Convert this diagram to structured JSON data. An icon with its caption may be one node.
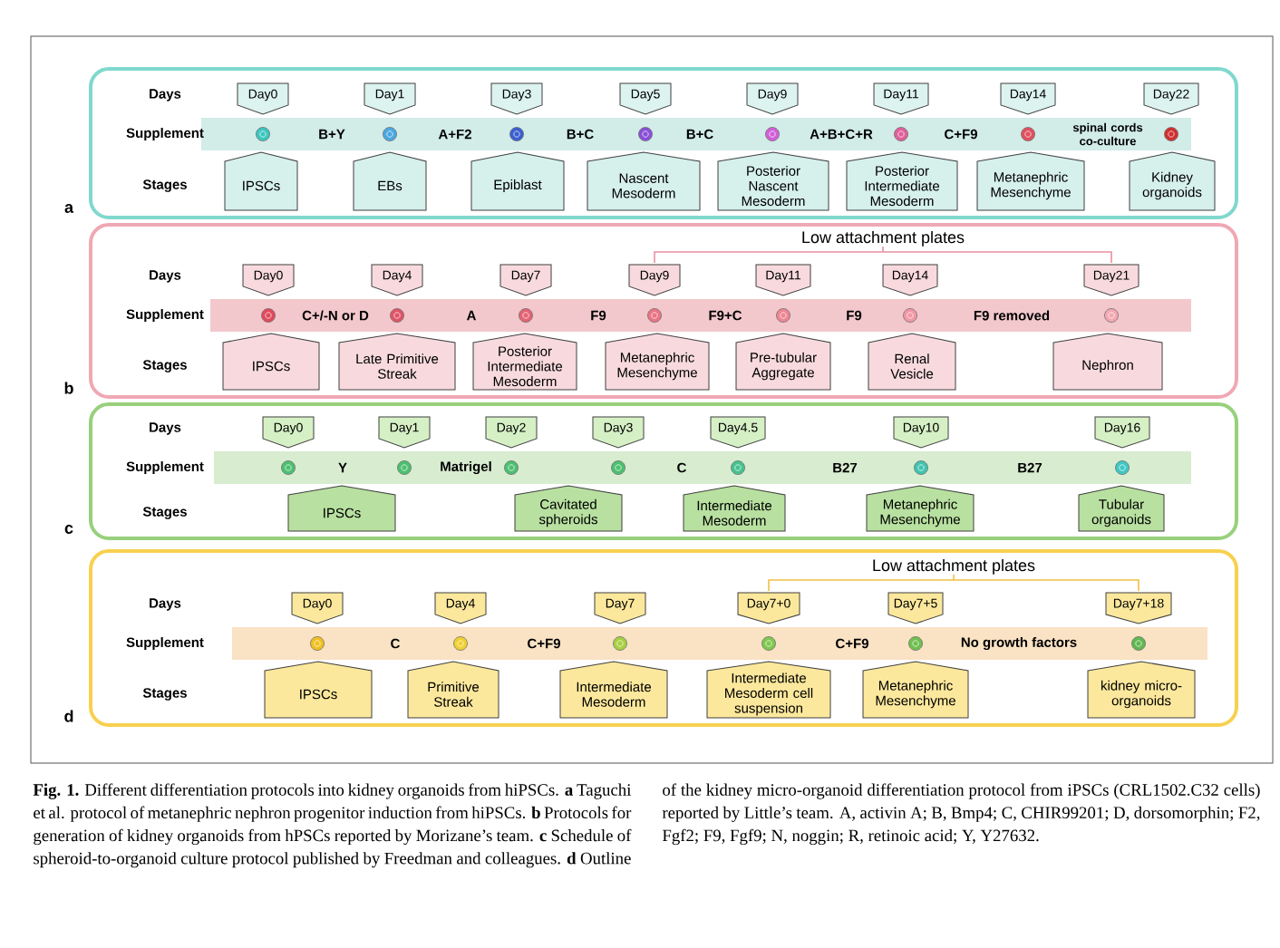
{
  "diagram": {
    "caption": "**Fig. 1.** Different differentiation protocols into kidney organoids from hiPSCs. **a** Taguchi et al. protocol of metanephric nephron progenitor induction from hiPSCs. **b** Protocols for generation of kidney organoids from hPSCs reported by Morizane’s team. **c** Schedule of spheroid-to-organoid culture protocol published by Freedman and colleagues. **d** Outline of the kidney micro-organoid differentiation protocol from iPSCs (CRL1502.C32 cells) reported by Little’s team. A, activin A; B, Bmp4; C, CHIR99201; D, dorsomorphin; F2, Fgf2; F9, Fgf9; N, noggin; R, retinoic acid; Y, Y27632.",
    "nodes": [
      {
        "text": [],
        "shape": "box"
      },
      {
        "text": [
          "Day0"
        ],
        "in": 0
      },
      {
        "text": [
          "Day1"
        ],
        "in": 0
      },
      {
        "text": [
          "Day3"
        ],
        "in": 0
      },
      {
        "text": [
          "Day5"
        ],
        "in": 0
      },
      {
        "text": [
          "Day9"
        ],
        "in": 0
      },
      {
        "text": [
          "Day11"
        ],
        "in": 0
      },
      {
        "text": [
          "Day14"
        ],
        "in": 0
      },
      {
        "text": [
          "Day22"
        ],
        "in": 0
      },
      {
        "text": [],
        "shape": "circle",
        "in": 0
      },
      {
        "text": [],
        "shape": "circle",
        "in": 0
      },
      {
        "text": [],
        "shape": "circle",
        "in": 0
      },
      {
        "text": [],
        "shape": "circle",
        "in": 0
      },
      {
        "text": [],
        "shape": "circle",
        "in": 0
      },
      {
        "text": [],
        "shape": "circle",
        "in": 0
      },
      {
        "text": [],
        "shape": "circle",
        "in": 0
      },
      {
        "text": [],
        "shape": "circle",
        "in": 0
      },
      {
        "text": [
          "IPSCs"
        ],
        "in": 0
      },
      {
        "text": [
          "EBs"
        ],
        "in": 0
      },
      {
        "text": [
          "Epiblast"
        ],
        "in": 0
      },
      {
        "text": [
          "Nascent Mesoderm"
        ],
        "in": 0
      },
      {
        "text": [
          "Posterior Nascent Mesoderm"
        ],
        "in": 0
      },
      {
        "text": [
          "Posterior Intermediate Mesoderm"
        ],
        "in": 0
      },
      {
        "text": [
          "Metanephric Mesenchyme"
        ],
        "in": 0
      },
      {
        "text": [
          "Kidney organoids"
        ],
        "in": 0
      },
      {
        "text": [],
        "shape": "box"
      },
      {
        "text": [
          "Day0"
        ],
        "in": 25
      },
      {
        "text": [
          "Day4"
        ],
        "in": 25
      },
      {
        "text": [
          "Day7"
        ],
        "in": 25
      },
      {
        "text": [
          "Day9"
        ],
        "in": 25
      },
      {
        "text": [
          "Day11"
        ],
        "in": 25
      },
      {
        "text": [
          "Day14"
        ],
        "in": 25
      },
      {
        "text": [
          "Day21"
        ],
        "in": 25
      },
      {
        "text": [],
        "shape": "circle",
        "in": 25
      },
      {
        "text": [],
        "shape": "circle",
        "in": 25
      },
      {
        "text": [],
        "shape": "circle",
        "in": 25
      },
      {
        "text": [],
        "shape": "circle",
        "in": 25
      },
      {
        "text": [],
        "shape": "circle",
        "in": 25
      },
      {
        "text": [],
        "shape": "circle",
        "in": 25
      },
      {
        "text": [],
        "shape": "circle",
        "in": 25
      },
      {
        "text": [
          "IPSCs"
        ],
        "in": 25
      },
      {
        "text": [
          "Late Primitive Streak"
        ],
        "in": 25
      },
      {
        "text": [
          "Posterior Intermediate Mesoderm"
        ],
        "in": 25
      },
      {
        "text": [
          "Metanephric Mesenchyme"
        ],
        "in": 25
      },
      {
        "text": [
          "Pre-tubular Aggregate"
        ],
        "in": 25
      },
      {
        "text": [
          "Renal Vesicle"
        ],
        "in": 25
      },
      {
        "text": [
          "Nephron"
        ],
        "in": 25
      },
      {
        "text": [],
        "shape": "box"
      },
      {
        "text": [
          "Day0"
        ],
        "in": 47
      },
      {
        "text": [
          "Day1"
        ],
        "in": 47
      },
      {
        "text": [
          "Day2"
        ],
        "in": 47
      },
      {
        "text": [
          "Day3"
        ],
        "in": 47
      },
      {
        "text": [
          "Day4.5"
        ],
        "in": 47
      },
      {
        "text": [
          "Day10"
        ],
        "in": 47
      },
      {
        "text": [
          "Day16"
        ],
        "in": 47
      },
      {
        "text": [],
        "shape": "circle",
        "in": 47
      },
      {
        "text": [],
        "shape": "circle",
        "in": 47
      },
      {
        "text": [],
        "shape": "circle",
        "in": 47
      },
      {
        "text": [],
        "shape": "circle",
        "in": 47
      },
      {
        "text": [],
        "shape": "circle",
        "in": 47
      },
      {
        "text": [],
        "shape": "circle",
        "in": 47
      },
      {
        "text": [],
        "shape": "circle",
        "in": 47
      },
      {
        "text": [
          "IPSCs"
        ],
        "in": 47
      },
      {
        "text": [
          "Cavitated spheroids"
        ],
        "in": 47
      },
      {
        "text": [
          "Intermediate Mesoderm"
        ],
        "in": 47
      },
      {
        "text": [
          "Metanephric Mesenchyme"
        ],
        "in": 47
      },
      {
        "text": [
          "Tubular organoids"
        ],
        "in": 47
      },
      {
        "text": [],
        "shape": "box"
      },
      {
        "text": [
          "Day0"
        ],
        "in": 67
      },
      {
        "text": [
          "Day4"
        ],
        "in": 67
      },
      {
        "text": [
          "Day7"
        ],
        "in": 67
      },
      {
        "text": [
          "Day7+0"
        ],
        "in": 67
      },
      {
        "text": [
          "Day7+5"
        ],
        "in": 67
      },
      {
        "text": [
          "Day7+18"
        ],
        "in": 67
      },
      {
        "text": [],
        "shape": "circle",
        "in": 67
      },
      {
        "text": [],
        "shape": "circle",
        "in": 67
      },
      {
        "text": [],
        "shape": "circle",
        "in": 67
      },
      {
        "text": [],
        "shape": "circle",
        "in": 67
      },
      {
        "text": [],
        "shape": "circle",
        "in": 67
      },
      {
        "text": [],
        "shape": "circle",
        "in": 67
      },
      {
        "text": [
          "IPSCs"
        ],
        "in": 67
      },
      {
        "text": [
          "Primitive Streak"
        ],
        "in": 67
      },
      {
        "text": [
          "Intermediate Mesoderm"
        ],
        "in": 67
      },
      {
        "text": [
          "Intermediate Mesoderm cell suspension"
        ],
        "in": 67
      },
      {
        "text": [
          "Metanephric Mesenchyme"
        ],
        "in": 67
      },
      {
        "text": [
          "kidney micro-organoids"
        ],
        "in": 67
      }
    ],
    "labels": [
      "Days",
      "Supplement",
      "B+Y",
      "A+F2",
      "B+C",
      "B+C",
      "A+B+C+R",
      "C+F9",
      "spinal cords co-culture",
      "Stages",
      "a",
      "Low attachment plates",
      "Days",
      "Supplement",
      "C+/-N or D",
      "A",
      "F9",
      "F9+C",
      "F9",
      "F9 removed",
      "Stages",
      "b",
      "Days",
      "Supplement",
      "Y",
      "Matrigel",
      "C",
      "B27",
      "B27",
      "Stages",
      "c",
      "Low attachment plates",
      "Days",
      "Supplement",
      "C",
      "C+F9",
      "C+F9",
      "No growth factors",
      "Stages",
      "d"
    ]
  }
}
